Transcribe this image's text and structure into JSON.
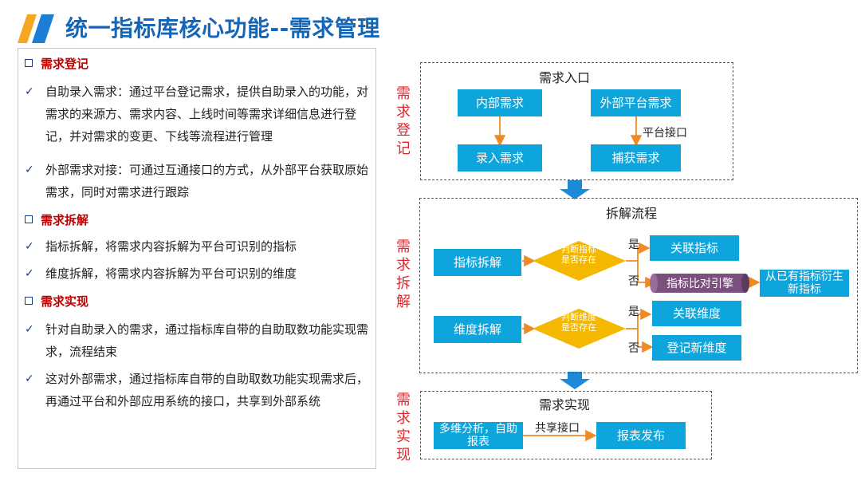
{
  "page": {
    "title": "统一指标库核心功能--需求管理",
    "colors": {
      "title": "#1466b8",
      "accent_red": "#c00000",
      "box_blue": "#0ea5dd",
      "diamond": "#f5b800",
      "arrow": "#f08a24",
      "cylinder": "#7b4f7e"
    }
  },
  "left": {
    "sections": [
      {
        "heading": "需求登记",
        "bullets": [
          "自助录入需求：通过平台登记需求，提供自助录入的功能，对需求的来源方、需求内容、上线时间等需求详细信息进行登记，并对需求的变更、下线等流程进行管理",
          "外部需求对接：可通过互通接口的方式，从外部平台获取原始需求，同时对需求进行跟踪"
        ]
      },
      {
        "heading": "需求拆解",
        "bullets": [
          "指标拆解，将需求内容拆解为平台可识别的指标",
          "维度拆解，将需求内容拆解为平台可识别的维度"
        ]
      },
      {
        "heading": "需求实现",
        "bullets": [
          "针对自助录入的需求，通过指标库自带的自助取数功能实现需求，流程结束",
          "这对外部需求，通过指标库自带的自助取数功能实现需求后，再通过平台和外部应用系统的接口，共享到外部系统"
        ]
      }
    ]
  },
  "diagram": {
    "side_labels": {
      "register": "需求登记",
      "decompose": "需求拆解",
      "implement": "需求实现"
    },
    "entry": {
      "title": "需求入口",
      "internal": "内部需求",
      "external": "外部平台需求",
      "input": "录入需求",
      "capture": "捕获需求",
      "platform_interface": "平台接口"
    },
    "decompose": {
      "title": "拆解流程",
      "metric_split": "指标拆解",
      "dimension_split": "维度拆解",
      "diamond_metric": "判断指标是否存在",
      "diamond_dimension": "判断维度是否存在",
      "yes": "是",
      "no": "否",
      "link_metric": "关联指标",
      "compare_engine": "指标比对引擎",
      "derive_metric": "从已有指标衍生新指标",
      "link_dimension": "关联维度",
      "register_dimension": "登记新维度"
    },
    "implement": {
      "title": "需求实现",
      "analysis": "多维分析，自助报表",
      "share_interface": "共享接口",
      "publish": "报表发布"
    }
  }
}
